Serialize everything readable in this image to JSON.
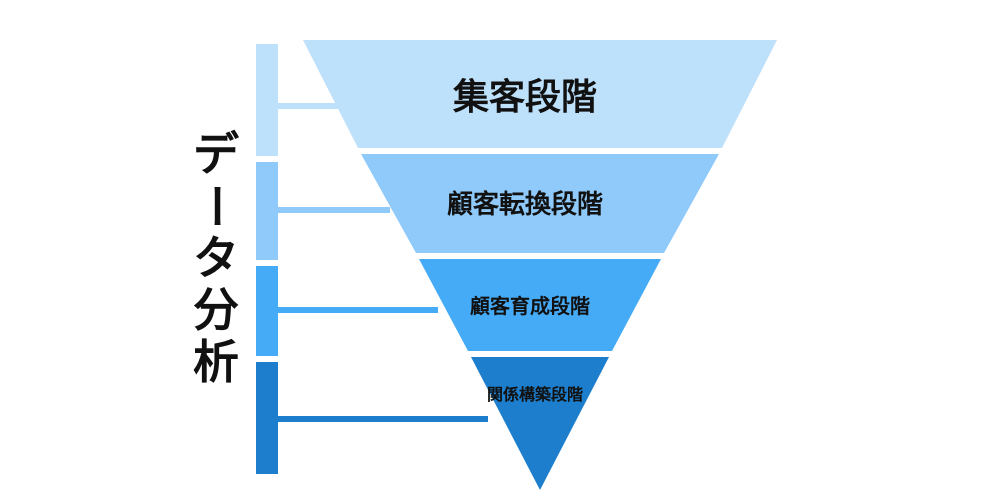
{
  "side_label": "データ分析",
  "stages": [
    {
      "label": "集客段階",
      "color": "#bde0fb",
      "bracket_color": "#bde0fb"
    },
    {
      "label": "顧客転換段階",
      "color": "#8fcafa",
      "bracket_color": "#8fcafa"
    },
    {
      "label": "顧客育成段階",
      "color": "#46abf6",
      "bracket_color": "#46abf6"
    },
    {
      "label": "関係構築段階",
      "color": "#1c7ecd",
      "bracket_color": "#1c7ecd"
    }
  ]
}
